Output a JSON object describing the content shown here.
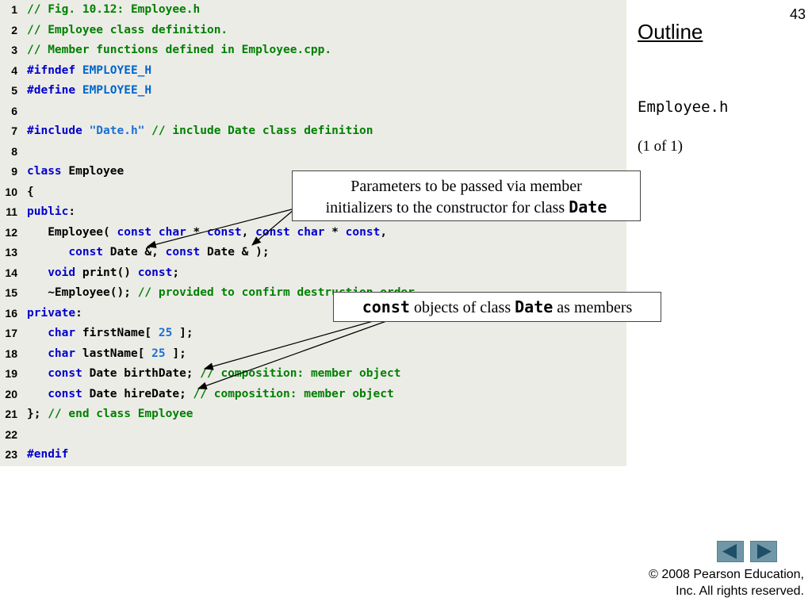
{
  "slide": {
    "number": "43",
    "outline_title": "Outline",
    "file_name": "Employee.h",
    "page_indicator": "(1 of 1)"
  },
  "code": {
    "lines": [
      {
        "num": "1",
        "parts": [
          {
            "t": "// Fig. 10.12: Employee.h",
            "c": "comment"
          }
        ]
      },
      {
        "num": "2",
        "parts": [
          {
            "t": "// Employee class definition.",
            "c": "comment"
          }
        ]
      },
      {
        "num": "3",
        "parts": [
          {
            "t": "// Member functions defined in Employee.cpp.",
            "c": "comment"
          }
        ]
      },
      {
        "num": "4",
        "parts": [
          {
            "t": "#ifndef ",
            "c": "keyword"
          },
          {
            "t": "EMPLOYEE_H",
            "c": "macro"
          }
        ]
      },
      {
        "num": "5",
        "parts": [
          {
            "t": "#define ",
            "c": "keyword"
          },
          {
            "t": "EMPLOYEE_H",
            "c": "macro"
          }
        ]
      },
      {
        "num": "6",
        "parts": []
      },
      {
        "num": "7",
        "parts": [
          {
            "t": "#include ",
            "c": "keyword"
          },
          {
            "t": "\"Date.h\"",
            "c": "string"
          },
          {
            "t": " // include Date class definition",
            "c": "comment"
          }
        ]
      },
      {
        "num": "8",
        "parts": []
      },
      {
        "num": "9",
        "parts": [
          {
            "t": "class",
            "c": "keyword"
          },
          {
            "t": " Employee",
            "c": "plain"
          }
        ]
      },
      {
        "num": "10",
        "parts": [
          {
            "t": "{",
            "c": "plain"
          }
        ]
      },
      {
        "num": "11",
        "parts": [
          {
            "t": "public",
            "c": "keyword"
          },
          {
            "t": ":",
            "c": "plain"
          }
        ]
      },
      {
        "num": "12",
        "parts": [
          {
            "t": "   Employee( ",
            "c": "plain"
          },
          {
            "t": "const",
            "c": "keyword"
          },
          {
            "t": " ",
            "c": "plain"
          },
          {
            "t": "char",
            "c": "keyword"
          },
          {
            "t": " * ",
            "c": "plain"
          },
          {
            "t": "const",
            "c": "keyword"
          },
          {
            "t": ", ",
            "c": "plain"
          },
          {
            "t": "const",
            "c": "keyword"
          },
          {
            "t": " ",
            "c": "plain"
          },
          {
            "t": "char",
            "c": "keyword"
          },
          {
            "t": " * ",
            "c": "plain"
          },
          {
            "t": "const",
            "c": "keyword"
          },
          {
            "t": ",",
            "c": "plain"
          }
        ]
      },
      {
        "num": "13",
        "parts": [
          {
            "t": "      ",
            "c": "plain"
          },
          {
            "t": "const",
            "c": "keyword"
          },
          {
            "t": " Date &, ",
            "c": "plain"
          },
          {
            "t": "const",
            "c": "keyword"
          },
          {
            "t": " Date & );",
            "c": "plain"
          }
        ]
      },
      {
        "num": "14",
        "parts": [
          {
            "t": "   ",
            "c": "plain"
          },
          {
            "t": "void",
            "c": "keyword"
          },
          {
            "t": " print() ",
            "c": "plain"
          },
          {
            "t": "const",
            "c": "keyword"
          },
          {
            "t": ";",
            "c": "plain"
          }
        ]
      },
      {
        "num": "15",
        "parts": [
          {
            "t": "   ~Employee(); ",
            "c": "plain"
          },
          {
            "t": "// provided to confirm destruction order",
            "c": "comment"
          }
        ]
      },
      {
        "num": "16",
        "parts": [
          {
            "t": "private",
            "c": "keyword"
          },
          {
            "t": ":",
            "c": "plain"
          }
        ]
      },
      {
        "num": "17",
        "parts": [
          {
            "t": "   ",
            "c": "plain"
          },
          {
            "t": "char",
            "c": "keyword"
          },
          {
            "t": " firstName[ ",
            "c": "plain"
          },
          {
            "t": "25",
            "c": "number"
          },
          {
            "t": " ];",
            "c": "plain"
          }
        ]
      },
      {
        "num": "18",
        "parts": [
          {
            "t": "   ",
            "c": "plain"
          },
          {
            "t": "char",
            "c": "keyword"
          },
          {
            "t": " lastName[ ",
            "c": "plain"
          },
          {
            "t": "25",
            "c": "number"
          },
          {
            "t": " ];",
            "c": "plain"
          }
        ]
      },
      {
        "num": "19",
        "parts": [
          {
            "t": "   ",
            "c": "plain"
          },
          {
            "t": "const",
            "c": "keyword"
          },
          {
            "t": " Date birthDate; ",
            "c": "plain"
          },
          {
            "t": "// composition: member object",
            "c": "comment"
          }
        ]
      },
      {
        "num": "20",
        "parts": [
          {
            "t": "   ",
            "c": "plain"
          },
          {
            "t": "const",
            "c": "keyword"
          },
          {
            "t": " Date hireDate; ",
            "c": "plain"
          },
          {
            "t": "// composition: member object",
            "c": "comment"
          }
        ]
      },
      {
        "num": "21",
        "parts": [
          {
            "t": "}; ",
            "c": "plain"
          },
          {
            "t": "// end class Employee",
            "c": "comment"
          }
        ]
      },
      {
        "num": "22",
        "parts": []
      },
      {
        "num": "23",
        "parts": [
          {
            "t": "#endif",
            "c": "keyword"
          }
        ]
      }
    ]
  },
  "callouts": {
    "parameters": {
      "line1": "Parameters to be passed via member",
      "line2_text": "initializers to the constructor for class ",
      "line2_code": "Date"
    },
    "const_members": {
      "code1": "const",
      "text1": " objects of class ",
      "code2": "Date",
      "text2": " as members"
    }
  },
  "navigation": {
    "prev_icon": "triangle-left-icon",
    "next_icon": "triangle-right-icon",
    "colors": {
      "button": "#6f97a7",
      "arrow": "#1f4f66"
    }
  },
  "footer": {
    "copyright_line1": "© 2008 Pearson Education,",
    "copyright_line2": "Inc.  All rights reserved."
  },
  "colors": {
    "code_background": "#ecece7",
    "comment": "#008000",
    "keyword": "#0000cc"
  }
}
